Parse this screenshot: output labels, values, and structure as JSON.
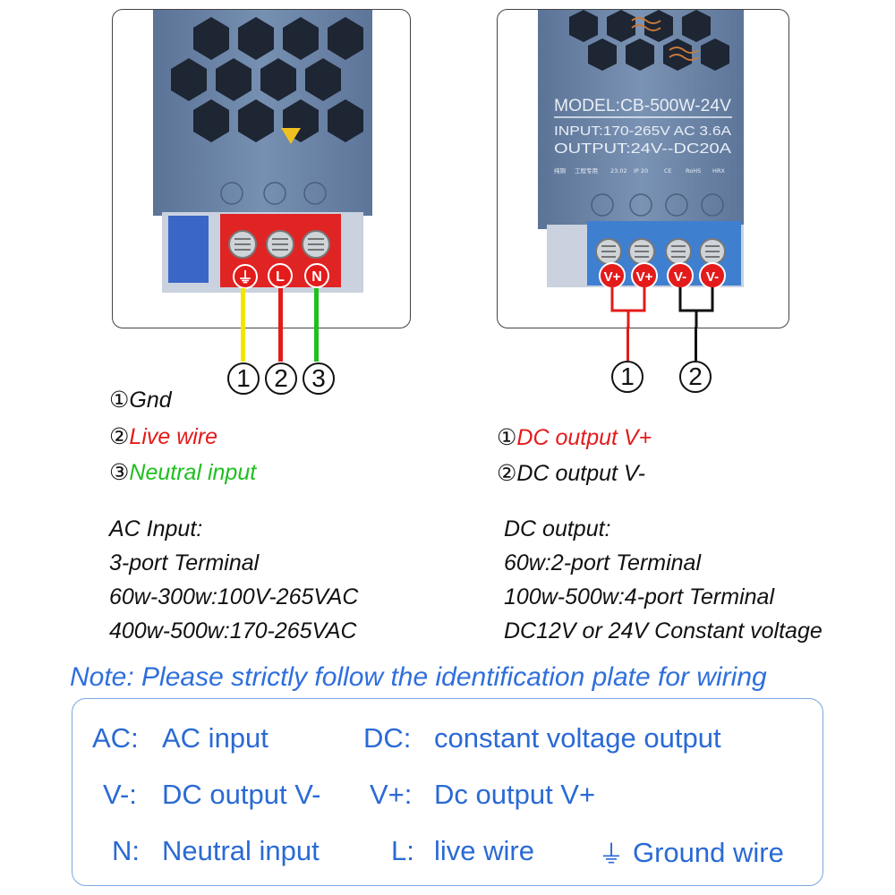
{
  "left_panel": {
    "terminal_labels": [
      "⏚",
      "L",
      "N"
    ],
    "wire_numbers": [
      "1",
      "2",
      "3"
    ],
    "legend": [
      {
        "num": "①",
        "text": "Gnd",
        "color": "#111111"
      },
      {
        "num": "②",
        "text": "Live wire",
        "color": "#e31b1b"
      },
      {
        "num": "③",
        "text": "Neutral input",
        "color": "#1fbf1f"
      }
    ],
    "spec": [
      "AC Input:",
      "3-port Terminal",
      "60w-300w:100V-265VAC",
      "400w-500w:170-265VAC"
    ]
  },
  "right_panel": {
    "plate": {
      "model": "MODEL:CB-500W-24V",
      "input": "INPUT:170-265V AC 3.6A",
      "output": "OUTPUT:24V--DC20A",
      "small_marks": [
        "纯铜",
        "工程专用",
        "23.02",
        "IP 20",
        "CE",
        "RoHS",
        "HRX"
      ]
    },
    "terminal_labels": [
      "V+",
      "V+",
      "V-",
      "V-"
    ],
    "wire_numbers": [
      "1",
      "2"
    ],
    "legend": [
      {
        "num": "①",
        "text": "DC output V+",
        "color": "#e31b1b"
      },
      {
        "num": "②",
        "text": "DC output V-",
        "color": "#111111"
      }
    ],
    "spec": [
      "DC output:",
      "60w:2-port Terminal",
      "100w-500w:4-port Terminal",
      "DC12V or 24V Constant voltage"
    ]
  },
  "note": "Note: Please strictly follow the identification plate for wiring",
  "glossary": {
    "ac_key": "AC:",
    "ac_val": "AC input",
    "dc_key": "DC:",
    "dc_val": "constant voltage output",
    "vminus_key": "V-:",
    "vminus_val": "DC output V-",
    "vplus_key": "V+:",
    "vplus_val": "Dc output V+",
    "n_key": "N:",
    "n_val": "Neutral input",
    "l_key": "L:",
    "l_val": "live wire",
    "ground_symbol": "⏚",
    "ground_val": "Ground wire"
  },
  "colors": {
    "red": "#e31b1b",
    "green": "#1fbf1f",
    "yellow": "#f2e600",
    "blue_text": "#2a6ad4",
    "device_body": "#6d86a6"
  }
}
